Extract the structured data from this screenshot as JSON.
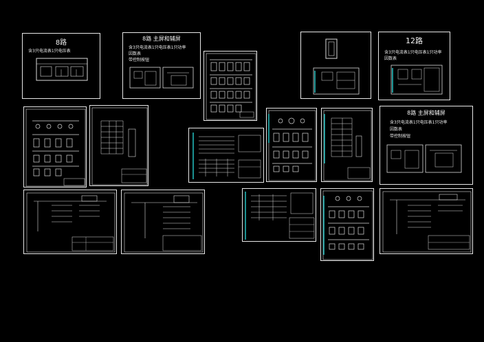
{
  "viewer": {
    "background": "#000000",
    "line_color": "#e8e8e8",
    "accent_color": "#27d0d0"
  },
  "sheets": {
    "s1": {
      "title": "8路",
      "line1": "含3只电流表1只电压表"
    },
    "s2": {
      "title": "8路  主屏和辅屏",
      "line1": "含3只电流表1只电压表1只功率",
      "line2": "因数表",
      "line3": "带控制按钮"
    },
    "s3": {
      "title": "12路",
      "line1": "含3只电流表1只电压表1只功率",
      "line2": "因数表"
    },
    "s4": {
      "title": "8路  主屏和辅屏",
      "line1": "含3只电流表1只电压表1只功率",
      "line2": "因数表",
      "line3": "带控制按钮"
    }
  }
}
